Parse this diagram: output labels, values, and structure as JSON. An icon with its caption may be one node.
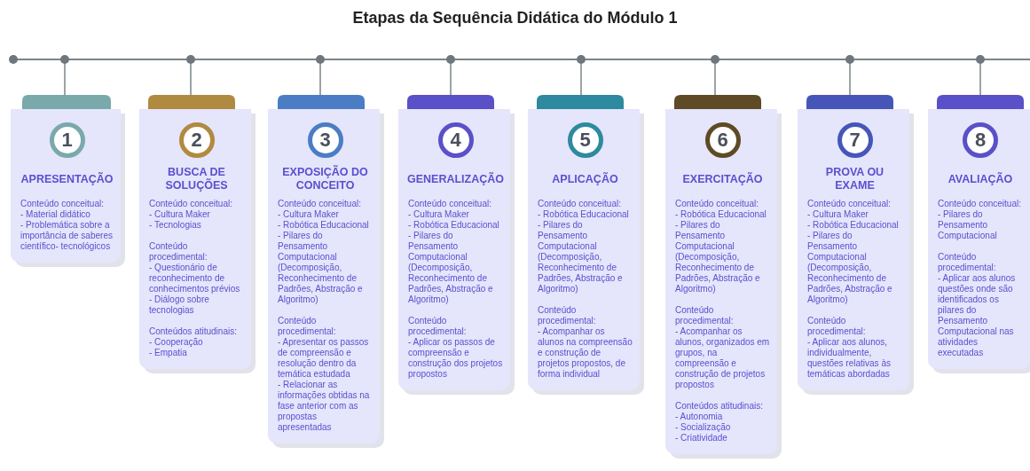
{
  "diagram": {
    "title": "Etapas da Sequência Didática do Módulo 1",
    "nodes": [
      {
        "text": [
          "1",
          "APRESENTAÇÃO",
          "Conteúdo conceitual:",
          "- Material didático",
          "- Problemática sobre a importância de saberes científico- tecnológicos"
        ]
      },
      {
        "text": [
          "2",
          "BUSCA DE SOLUÇÕES",
          "Conteúdo conceitual:",
          "- Cultura Maker",
          "- Tecnologias",
          "Conteúdo procedimental:",
          "- Questionário de reconhecimento de conhecimentos prévios",
          "- Diálogo sobre tecnologias",
          "Conteúdos atitudinais:",
          "- Cooperação",
          "- Empatia"
        ]
      },
      {
        "text": [
          "3",
          "EXPOSIÇÃO DO CONCEITO",
          "Conteúdo conceitual:",
          "- Cultura Maker",
          "- Robótica Educacional",
          "- Pilares do Pensamento Computacional (Decomposição, Reconhecimento de Padrões, Abstração e Algoritmo)",
          "Conteúdo procedimental:",
          "- Apresentar os passos de compreensão e resolução dentro da temática estudada",
          "- Relacionar as informações obtidas na fase anterior com as propostas apresentadas"
        ]
      },
      {
        "text": [
          "4",
          "GENERALIZAÇÃO",
          "Conteúdo conceitual:",
          "- Cultura Maker",
          "- Robótica Educacional",
          "- Pilares do Pensamento Computacional (Decomposição, Reconhecimento de Padrões, Abstração e Algoritmo)",
          "Conteúdo procedimental:",
          "- Aplicar os passos de compreensão e construção dos projetos propostos"
        ]
      },
      {
        "text": [
          "5",
          "APLICAÇÃO",
          "Conteúdo conceitual:",
          "- Robótica Educacional",
          "- Pilares do Pensamento Computacional (Decomposição, Reconhecimento de Padrões, Abstração e Algoritmo)",
          "Conteúdo procedimental:",
          "- Acompanhar os alunos na compreensão e construção de projetos propostos, de forma individual"
        ]
      },
      {
        "text": [
          "6",
          "EXERCITAÇÃO",
          "Conteúdo conceitual:",
          "- Robótica Educacional",
          "- Pilares do Pensamento Computacional (Decomposição, Reconhecimento de Padrões, Abstração e Algoritmo)",
          "Conteúdo procedimental:",
          "- Acompanhar os alunos, organizados em grupos, na compreensão e construção de projetos propostos",
          "Conteúdos atitudinais:",
          "- Autonomia",
          "- Socialização",
          "- Criatividade"
        ]
      },
      {
        "text": [
          "7",
          "PROVA OU EXAME",
          "Conteúdo conceitual:",
          "- Cultura Maker",
          "- Robótica Educacional",
          "- Pilares do Pensamento Computacional (Decomposição, Reconhecimento de Padrões, Abstração e Algoritmo)",
          "Conteúdo procedimental:",
          "- Aplicar aos alunos, individualmente, questões relativas às temáticas abordadas"
        ]
      },
      {
        "text": [
          "8",
          "AVALIAÇÃO",
          "Conteúdo conceitual:",
          "- Pilares do Pensamento Computacional",
          "Conteúdo procedimental:",
          "- Aplicar aos alunos questões onde são identificados os pilares do Pensamento Computacional nas atividades executadas"
        ]
      }
    ]
  }
}
